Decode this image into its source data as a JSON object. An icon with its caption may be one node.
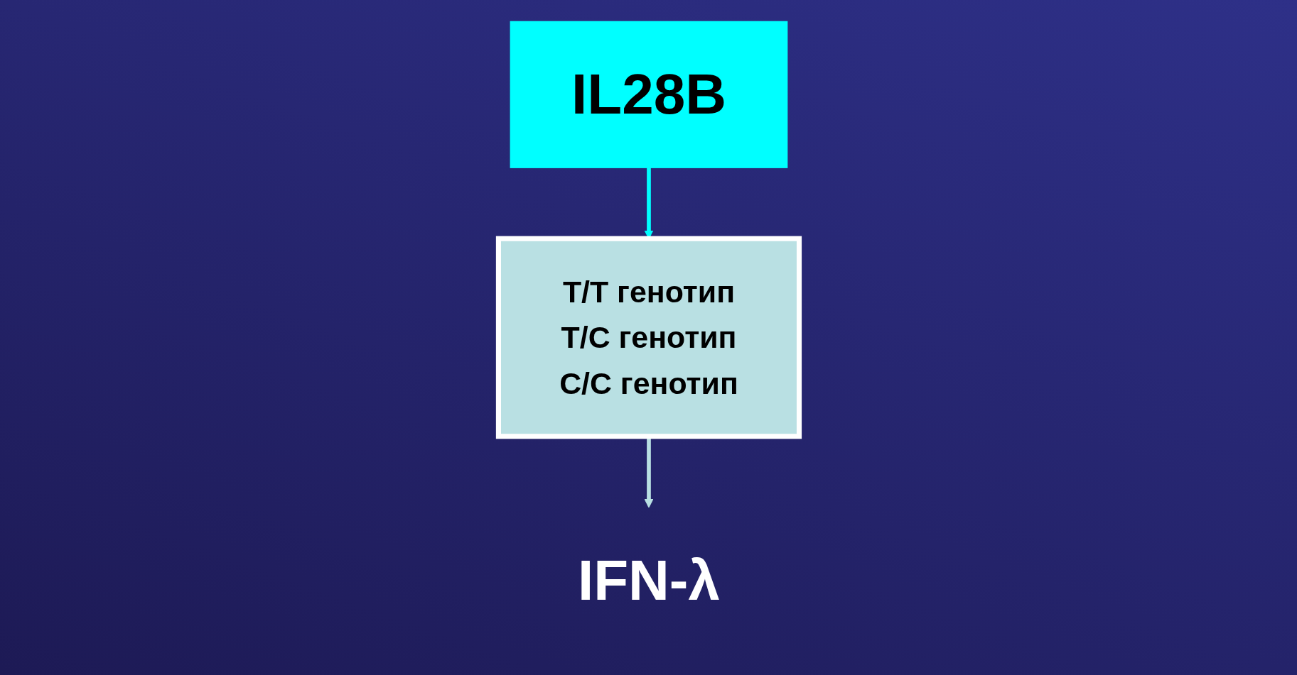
{
  "diagram": {
    "nodes": [
      {
        "text": [
          "IL28B"
        ]
      },
      {
        "text": [
          "T/T генотип",
          "T/C генотип",
          "C/C генотип"
        ]
      },
      {
        "text": [
          "IFN-λ"
        ]
      }
    ],
    "edges": [
      {
        "from": 0,
        "to": 1,
        "arrow": "to",
        "color": "#00ffff"
      },
      {
        "from": 1,
        "to": 2,
        "arrow": "to",
        "color": "#b9e0e3"
      }
    ]
  }
}
